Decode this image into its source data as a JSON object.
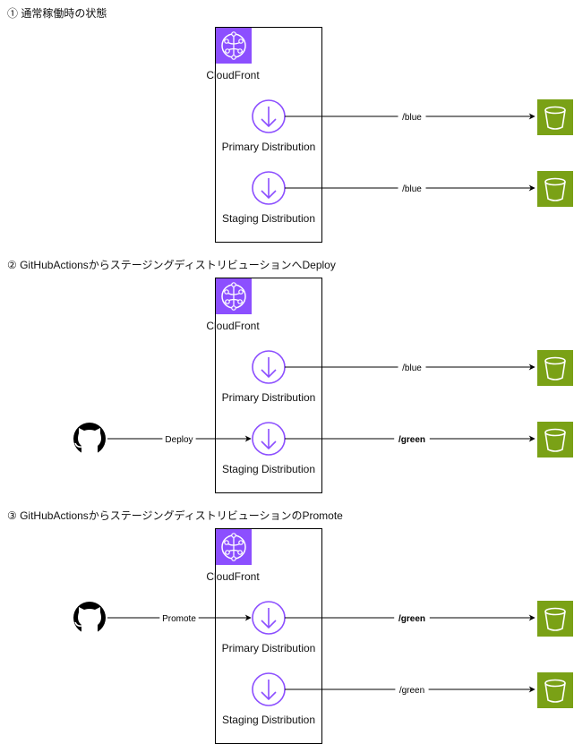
{
  "sections": [
    {
      "title": "① 通常稼働時の状態",
      "cloudfront_label": "CloudFront",
      "primary_label": "Primary Distribution",
      "staging_label": "Staging Distribution",
      "primary_edge_label": "/blue",
      "staging_edge_label": "/blue",
      "primary_edge_bold": false,
      "staging_edge_bold": false
    },
    {
      "title": "② GitHubActionsからステージングディストリビューションへDeploy",
      "cloudfront_label": "CloudFront",
      "primary_label": "Primary Distribution",
      "staging_label": "Staging Distribution",
      "primary_edge_label": "/blue",
      "staging_edge_label": "/green",
      "primary_edge_bold": false,
      "staging_edge_bold": true,
      "github_edge_label": "Deploy",
      "github_target": "staging"
    },
    {
      "title": "③ GitHubActionsからステージングディストリビューションのPromote",
      "cloudfront_label": "CloudFront",
      "primary_label": "Primary Distribution",
      "staging_label": "Staging Distribution",
      "primary_edge_label": "/green",
      "staging_edge_label": "/green",
      "primary_edge_bold": true,
      "staging_edge_bold": false,
      "github_edge_label": "Promote",
      "github_target": "primary"
    }
  ],
  "icons": {
    "cloudfront": "cloudfront-icon",
    "distribution": "distribution-arrow-icon",
    "bucket": "s3-bucket-icon",
    "github": "github-icon"
  },
  "colors": {
    "cloudfront_bg": "#8C4FFF",
    "distribution_stroke": "#8C4FFF",
    "bucket_bg": "#7AA116",
    "line": "#000000",
    "github": "#000000"
  }
}
